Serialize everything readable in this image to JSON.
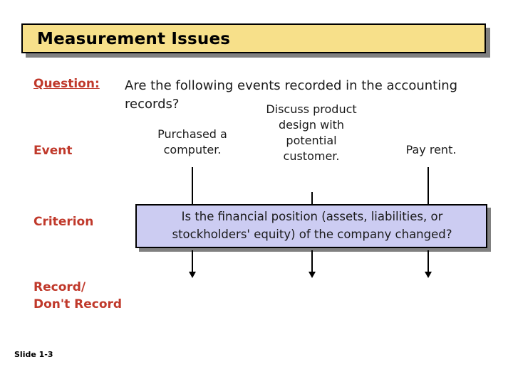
{
  "title": "Measurement Issues",
  "question": {
    "label": "Question:",
    "text": "Are the following events recorded in the accounting records?"
  },
  "rows": {
    "event_label": "Event",
    "criterion_label": "Criterion",
    "record_label": "Record/\nDon't Record"
  },
  "events": [
    "Purchased a computer.",
    "Discuss product design with potential customer.",
    "Pay rent."
  ],
  "criterion": "Is the financial position (assets, liabilities, or stockholders' equity) of the company changed?",
  "footer": {
    "slide_number": "Slide 1-3"
  },
  "colors": {
    "title_fill": "#f7e08a",
    "label_red": "#c0392b",
    "criterion_fill": "#ccccf2",
    "shadow": "#808080",
    "outline": "#000000"
  }
}
